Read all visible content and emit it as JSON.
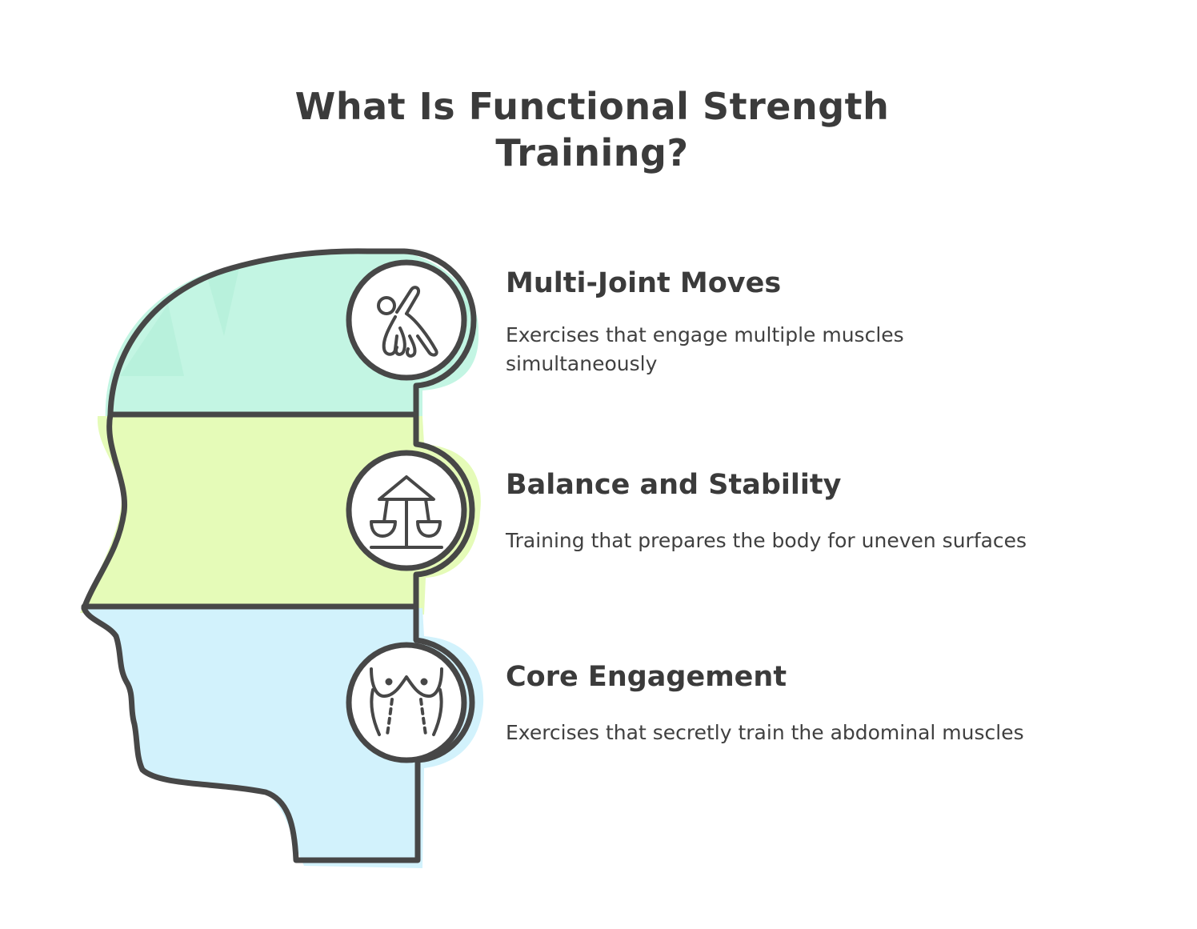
{
  "title": {
    "line1": "What Is Functional Strength",
    "line2": "Training?"
  },
  "items": [
    {
      "title": "Multi-Joint Moves",
      "description": "Exercises that engage multiple muscles simultaneously",
      "icon": "stretching-figure-icon",
      "color": "#c3f5e3"
    },
    {
      "title": "Balance and Stability",
      "description": "Training that prepares the body for uneven surfaces",
      "icon": "balance-scale-icon",
      "color": "#e5fbb8"
    },
    {
      "title": "Core Engagement",
      "description": "Exercises that secretly train the abdominal muscles",
      "icon": "torso-abs-icon",
      "color": "#d2f2fc"
    }
  ],
  "colors": {
    "outline": "#474747",
    "text": "#3b3b3b"
  }
}
